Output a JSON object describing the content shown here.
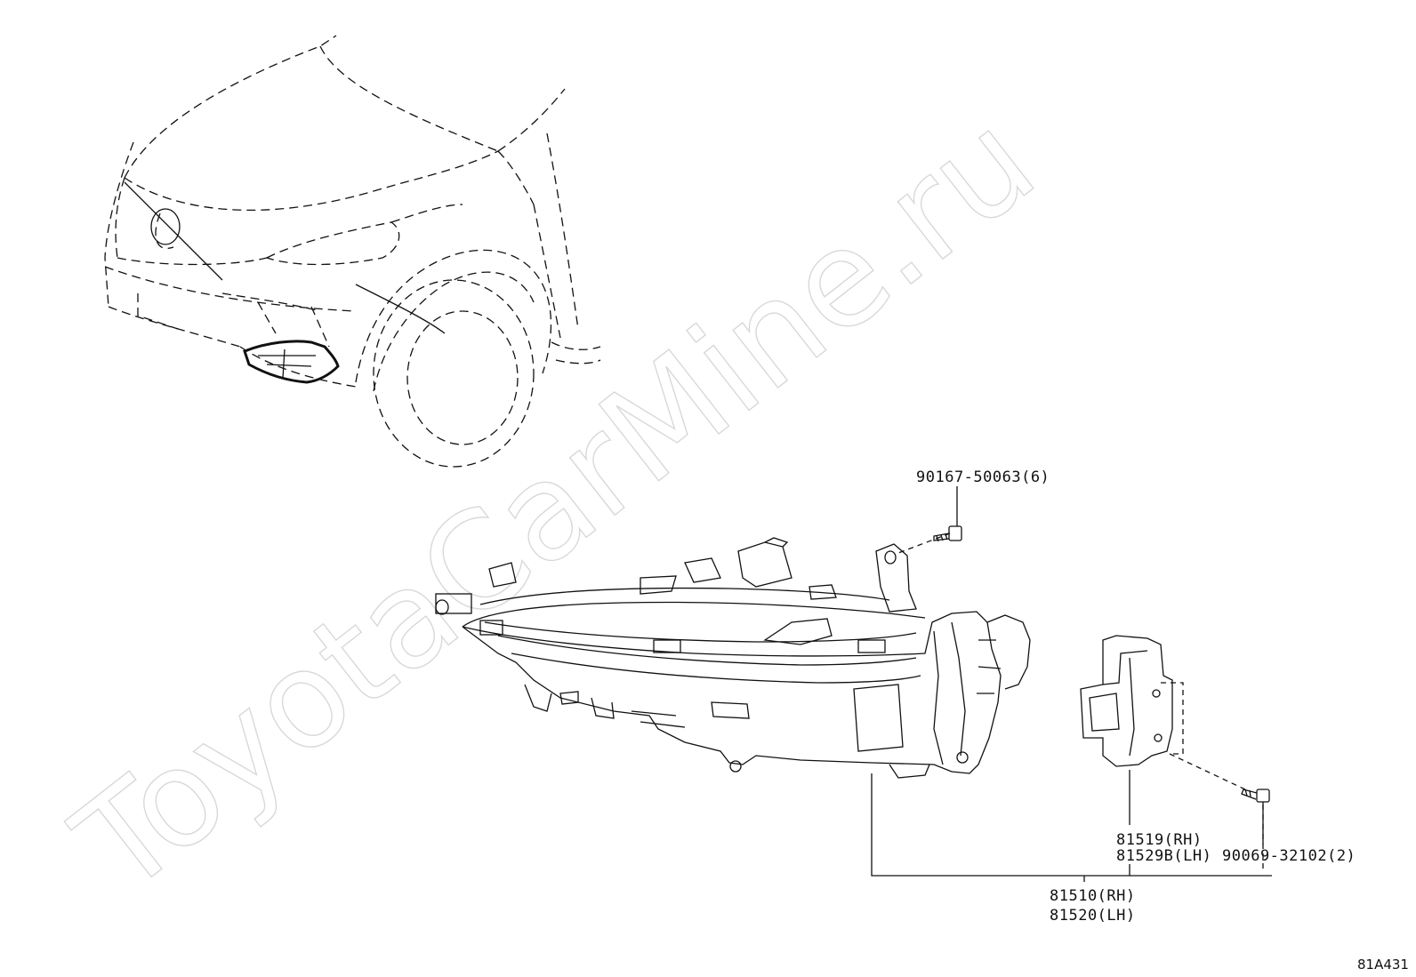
{
  "watermark": "ToyotaCarMine.ru",
  "figure_code": "81A431",
  "parts": {
    "bolt_top": "90167-50063(6)",
    "bracket_rh": "81519(RH)",
    "bracket_lh": "81529B(LH)",
    "screw": "90069-32102(2)",
    "lamp_rh": "81510(RH)",
    "lamp_lh": "81520(LH)"
  }
}
